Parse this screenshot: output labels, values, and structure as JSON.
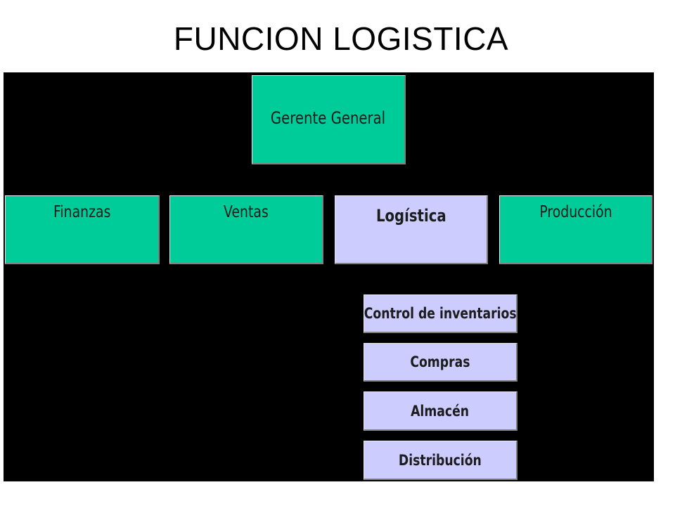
{
  "title": "FUNCION LOGISTICA",
  "colors": {
    "background": "#000000",
    "dept_box": "#00cc99",
    "highlight_box": "#ccccff"
  },
  "org_chart": {
    "top": "Gerente General",
    "departments": [
      "Finanzas",
      "Ventas",
      "Logística",
      "Producción"
    ],
    "highlighted_department": "Logística",
    "logistica_functions": [
      "Control de inventarios",
      "Compras",
      "Almacén",
      "Distribución"
    ]
  }
}
